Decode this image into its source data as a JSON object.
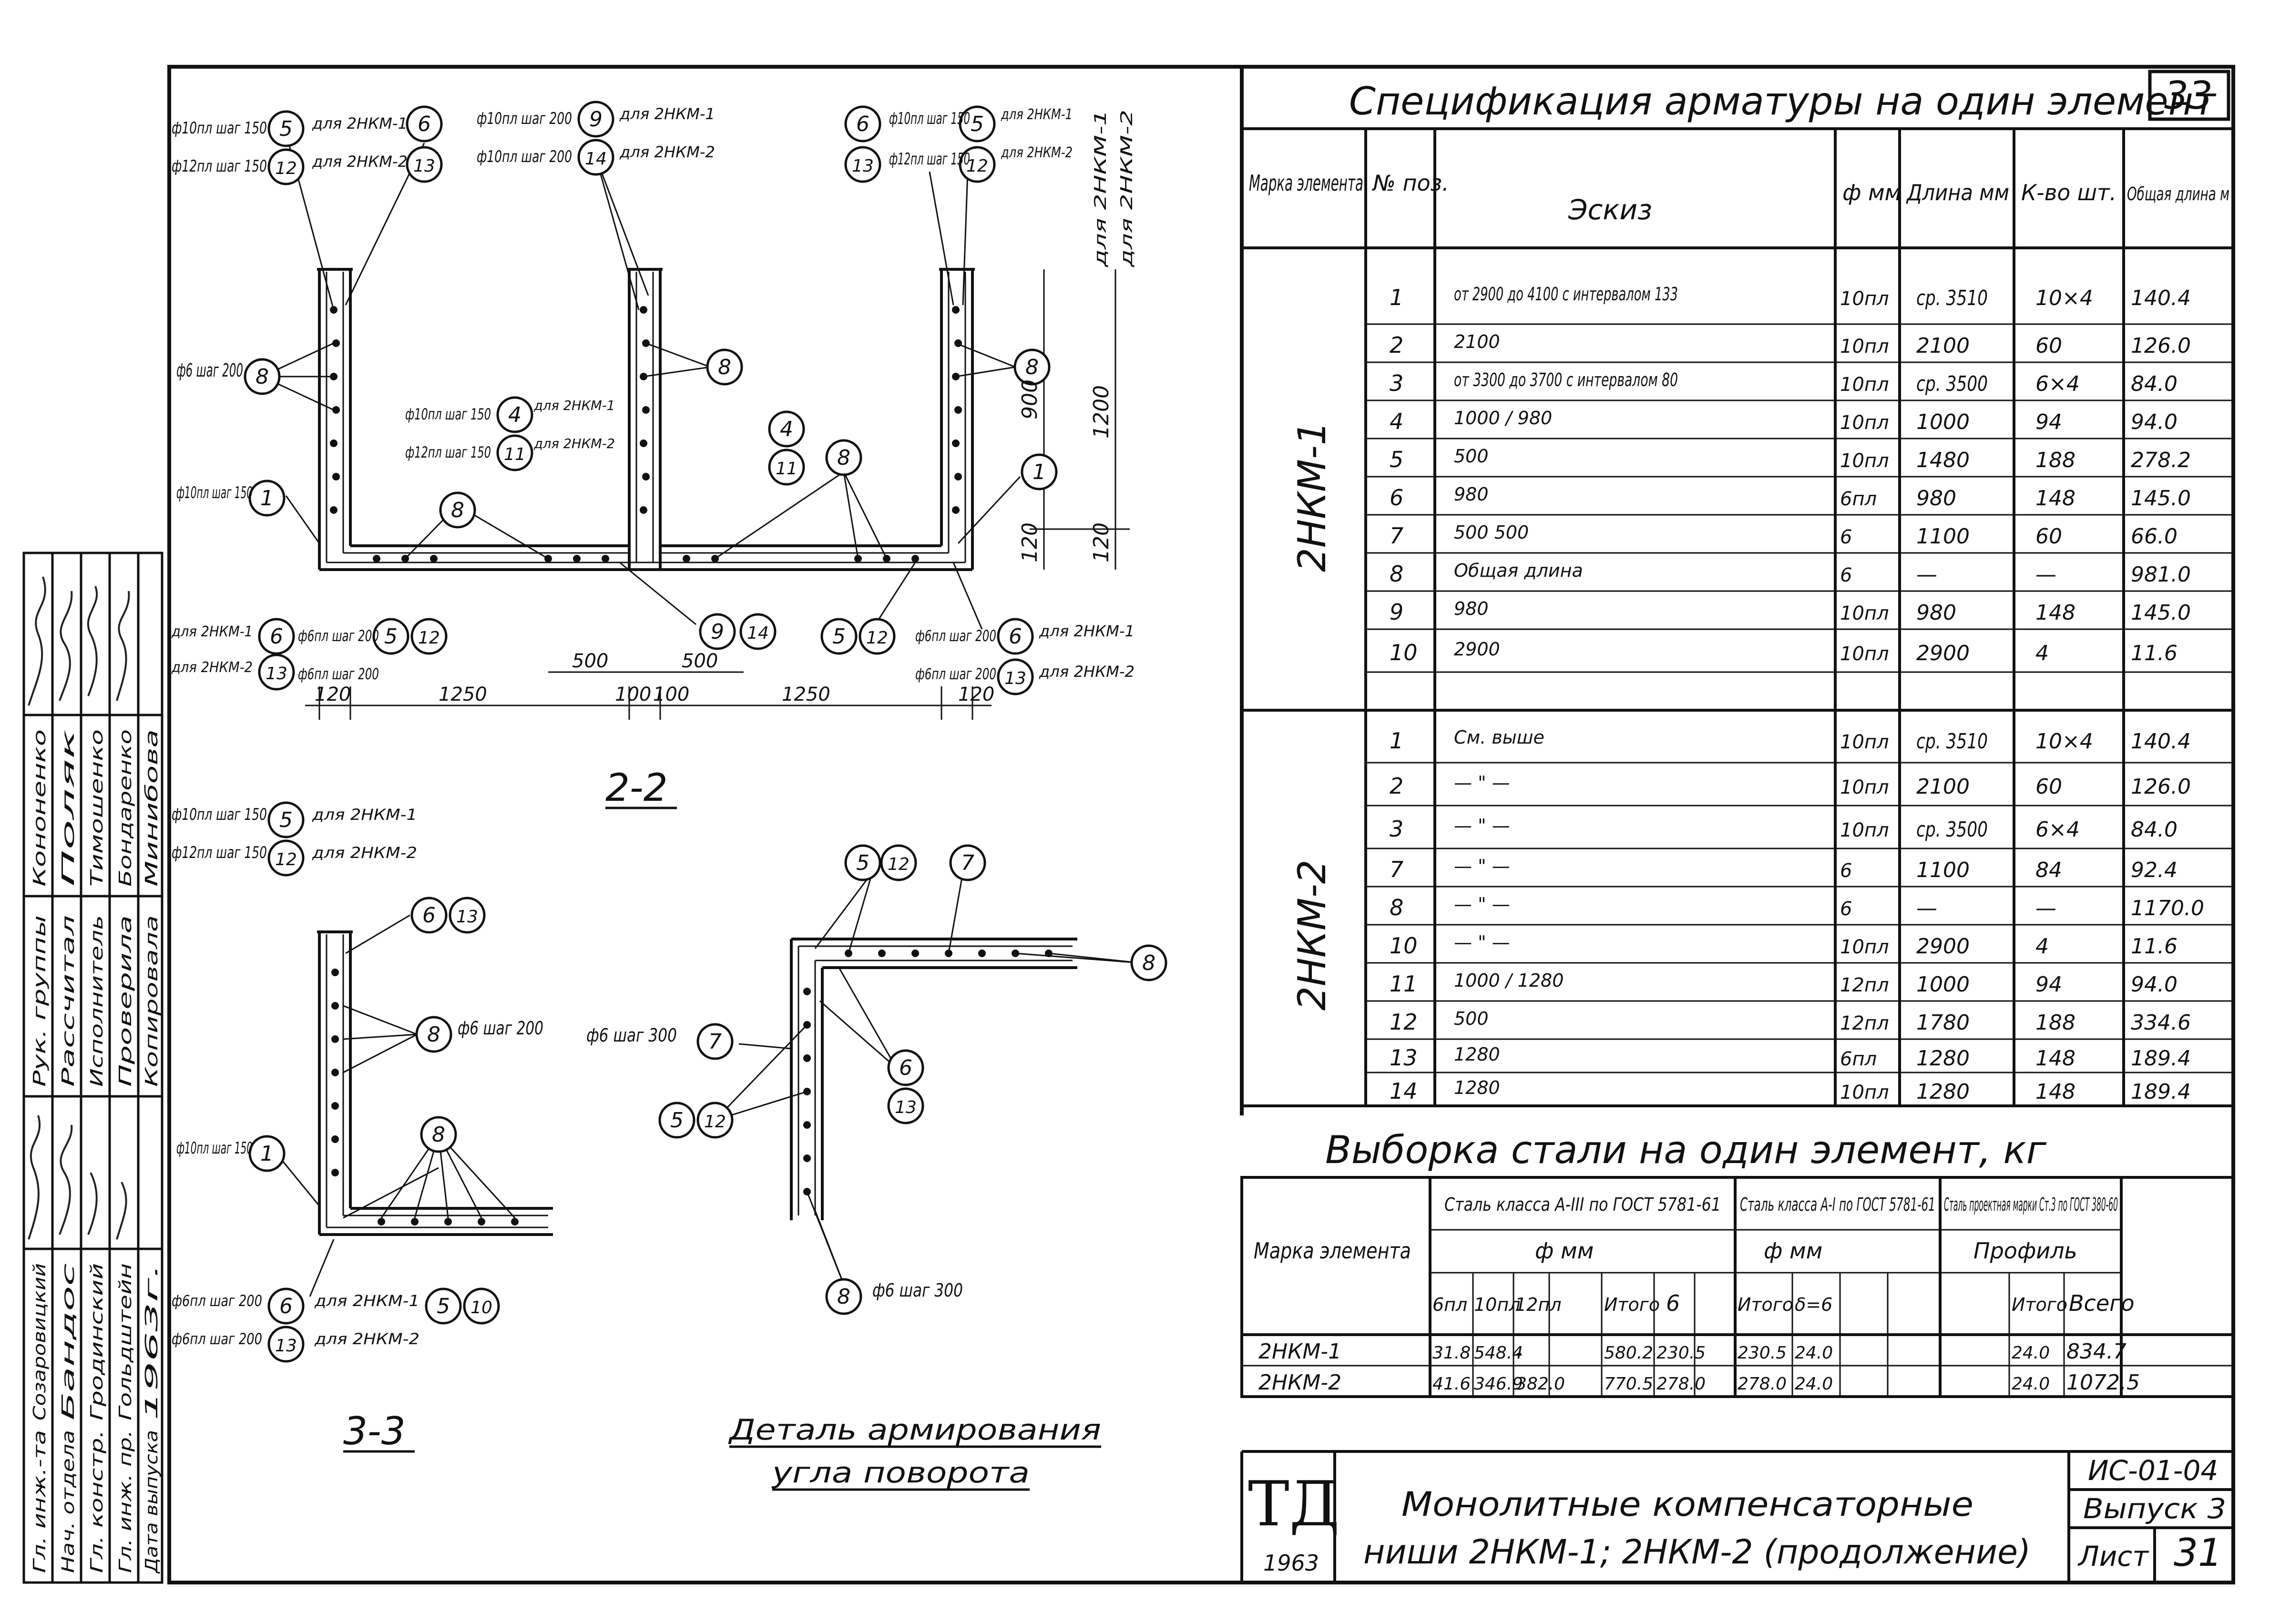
{
  "sheet_number": "33",
  "spec": {
    "title": "Спецификация арматуры на один элемент",
    "headers": {
      "mark": "Марка элемента",
      "pos": "№ поз.",
      "sketch": "Эскиз",
      "dia": "ф мм",
      "length": "Длина мм",
      "count": "К-во шт.",
      "total": "Общая длина м"
    },
    "group1": {
      "mark": "2НКМ-1",
      "rows": [
        {
          "pos": "1",
          "sketch": "от 2900 до 4100 с интервалом 133",
          "dia": "10пл",
          "length": "ср. 3510",
          "count": "10×4",
          "total": "140.4"
        },
        {
          "pos": "2",
          "sketch": "2100",
          "dia": "10пл",
          "length": "2100",
          "count": "60",
          "total": "126.0"
        },
        {
          "pos": "3",
          "sketch": "от 3300 до 3700 с интервалом 80",
          "dia": "10пл",
          "length": "ср. 3500",
          "count": "6×4",
          "total": "84.0"
        },
        {
          "pos": "4",
          "sketch": "1000 / 980",
          "dia": "10пл",
          "length": "1000",
          "count": "94",
          "total": "94.0"
        },
        {
          "pos": "5",
          "sketch": "500",
          "dia": "10пл",
          "length": "1480",
          "count": "188",
          "total": "278.2"
        },
        {
          "pos": "6",
          "sketch": "980",
          "dia": "6пл",
          "length": "980",
          "count": "148",
          "total": "145.0"
        },
        {
          "pos": "7",
          "sketch": "500 500",
          "dia": "6",
          "length": "1100",
          "count": "60",
          "total": "66.0"
        },
        {
          "pos": "8",
          "sketch": "Общая длина",
          "dia": "6",
          "length": "—",
          "count": "—",
          "total": "981.0"
        },
        {
          "pos": "9",
          "sketch": "980",
          "dia": "10пл",
          "length": "980",
          "count": "148",
          "total": "145.0"
        },
        {
          "pos": "10",
          "sketch": "2900",
          "dia": "10пл",
          "length": "2900",
          "count": "4",
          "total": "11.6"
        }
      ]
    },
    "group2": {
      "mark": "2НКМ-2",
      "rows": [
        {
          "pos": "1",
          "sketch": "См. выше",
          "dia": "10пл",
          "length": "ср. 3510",
          "count": "10×4",
          "total": "140.4"
        },
        {
          "pos": "2",
          "sketch": "— \" —",
          "dia": "10пл",
          "length": "2100",
          "count": "60",
          "total": "126.0"
        },
        {
          "pos": "3",
          "sketch": "— \" —",
          "dia": "10пл",
          "length": "ср. 3500",
          "count": "6×4",
          "total": "84.0"
        },
        {
          "pos": "7",
          "sketch": "— \" —",
          "dia": "6",
          "length": "1100",
          "count": "84",
          "total": "92.4"
        },
        {
          "pos": "8",
          "sketch": "— \" —",
          "dia": "6",
          "length": "—",
          "count": "—",
          "total": "1170.0"
        },
        {
          "pos": "10",
          "sketch": "— \" —",
          "dia": "10пл",
          "length": "2900",
          "count": "4",
          "total": "11.6"
        },
        {
          "pos": "11",
          "sketch": "1000 / 1280",
          "dia": "12пл",
          "length": "1000",
          "count": "94",
          "total": "94.0"
        },
        {
          "pos": "12",
          "sketch": "500",
          "dia": "12пл",
          "length": "1780",
          "count": "188",
          "total": "334.6"
        },
        {
          "pos": "13",
          "sketch": "1280",
          "dia": "6пл",
          "length": "1280",
          "count": "148",
          "total": "189.4"
        },
        {
          "pos": "14",
          "sketch": "1280",
          "dia": "10пл",
          "length": "1280",
          "count": "148",
          "total": "189.4"
        }
      ]
    }
  },
  "steel": {
    "title": "Выборка стали на один элемент, кг",
    "mark_header": "Марка элемента",
    "class3": "Сталь класса А-III по ГОСТ 5781-61",
    "class1": "Сталь класса А-I по ГОСТ 5781-61",
    "profile": "Сталь проектная марки Ст.3 по ГОСТ 380-60",
    "dmm": "ф мм",
    "dmm2": "ф мм",
    "prof_label": "Профиль",
    "col_6pl": "6пл",
    "col_10pl": "10пл",
    "col_12pl": "12пл",
    "itogo": "Итого",
    "col_6": "6",
    "itogo2": "Итого",
    "col_d6": "δ=6",
    "itogo3": "Итого",
    "vsego": "Всего",
    "rows": [
      {
        "mark": "2НКМ-1",
        "a": "31.8",
        "b": "548.4",
        "c": "-",
        "it1": "580.2",
        "d": "230.5",
        "it2": "230.5",
        "e": "24.0",
        "it3": "24.0",
        "all": "834.7"
      },
      {
        "mark": "2НКМ-2",
        "a": "41.6",
        "b": "346.9",
        "c": "382.0",
        "it1": "770.5",
        "d": "278.0",
        "it2": "278.0",
        "e": "24.0",
        "it3": "24.0",
        "all": "1072.5"
      }
    ]
  },
  "title_block": {
    "logo": "ТД",
    "year": "1963",
    "title_line1": "Монолитные компенсаторные",
    "title_line2": "ниши 2НКМ-1; 2НКМ-2 (продолжение)",
    "code": "ИС-01-04",
    "issue": "Выпуск 3",
    "sheet_label": "Лист",
    "sheet": "31"
  },
  "stamp": {
    "rows": [
      {
        "role": "Гл. инж.-та",
        "name": "Созаровицкий",
        "role2": "Рук. группы",
        "name2": "Кононенко"
      },
      {
        "role": "Нач. отдела",
        "name": "Бандос",
        "role2": "Рассчитал",
        "name2": "Поляк"
      },
      {
        "role": "Гл. констр.",
        "name": "Гродинский",
        "role2": "Исполнитель",
        "name2": "Тимошенко"
      },
      {
        "role": "Гл. инж. пр.",
        "name": "Гольдштейн",
        "role2": "Проверила",
        "name2": "Бондаренко"
      },
      {
        "role": "Дата выпуска",
        "name": "1963г.",
        "role2": "Копировала",
        "name2": "Минибова"
      }
    ]
  },
  "drawings": {
    "section22": "2-2",
    "section33": "3-3",
    "detail_title1": "Деталь армирования",
    "detail_title2": "угла поворота",
    "labels": {
      "d10pl_s150": "ф10пл шаг 150",
      "d12pl_s150": "ф12пл шаг 150",
      "d10pl_s200": "ф10пл шаг 200",
      "d6_s200": "ф6 шаг 200",
      "d6pl_s200": "ф6пл шаг 200",
      "d6_s300": "ф6 шаг 300",
      "for1": "для 2НКМ-1",
      "for2": "для 2НКМ-2",
      "dims": [
        "120",
        "1250",
        "100",
        "100",
        "1250",
        "120",
        "500",
        "500",
        "900",
        "1200",
        "120",
        "120"
      ],
      "side": [
        "для 2НКМ-1",
        "для 2НКМ-2"
      ]
    }
  }
}
